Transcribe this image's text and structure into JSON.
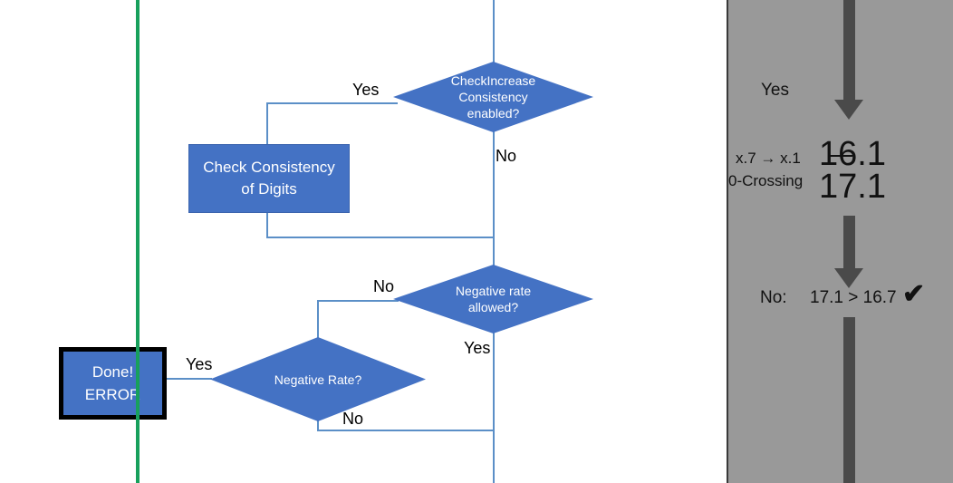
{
  "diagram": {
    "nodes": {
      "check_increase_consistency": "CheckIncrease\nConsistency\nenabled?",
      "check_consistency_of_digits": "Check Consistency\nof Digits",
      "negative_rate_allowed": "Negative rate\nallowed?",
      "negative_rate": "Negative Rate?",
      "done_error": "Done!\nERROR"
    },
    "edge_labels": {
      "check_increase_yes": "Yes",
      "check_increase_no": "No",
      "negative_rate_allowed_no": "No",
      "negative_rate_allowed_yes": "Yes",
      "negative_rate_yes": "Yes",
      "negative_rate_no": "No"
    },
    "colors": {
      "node_fill": "#4472C4",
      "connector": "#5B8FC7",
      "rule": "#18A05C",
      "node_text": "#FFFFFF"
    }
  },
  "panel": {
    "background": "#999999",
    "arrow_color": "#4A4A4A",
    "yes_label": "Yes",
    "annotation": {
      "line1_label": "x.7 → x.1",
      "line2_label": "0-Crossing",
      "value_struck": "16.1",
      "value_current": "17.1"
    },
    "result": {
      "prefix": "No:",
      "comparison": "17.1 > 16.7",
      "check_mark": "✔"
    }
  }
}
